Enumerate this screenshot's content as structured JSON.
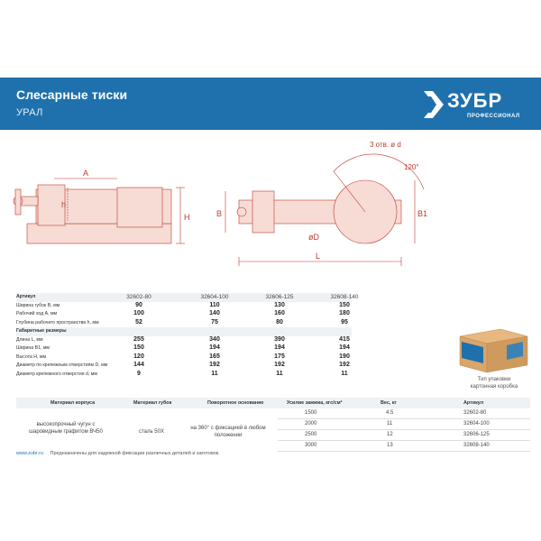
{
  "header": {
    "title": "Слесарные тиски",
    "subtitle": "УРАЛ",
    "brand": "ЗУБР",
    "brand_sub": "ПРОФЕССИОНАЛ"
  },
  "drawing": {
    "label_a": "A",
    "label_h_small": "h",
    "label_h_big": "H",
    "label_b": "B",
    "label_b1": "B1",
    "label_d": "øD",
    "label_l": "L",
    "label_holes": "3 отв. ø d",
    "label_angle": "120°"
  },
  "specs": {
    "article_label": "Артикул",
    "articles": [
      "32602-80",
      "32604-100",
      "32606-125",
      "32608-140"
    ],
    "group1": [
      {
        "label": "Ширина губок B, мм",
        "values": [
          "90",
          "110",
          "130",
          "150"
        ]
      },
      {
        "label": "Рабочий ход A, мм",
        "values": [
          "100",
          "140",
          "160",
          "180"
        ]
      },
      {
        "label": "Глубина рабочего пространства h, мм",
        "values": [
          "52",
          "75",
          "80",
          "95"
        ]
      }
    ],
    "dims_label": "Габаритные размеры",
    "group2": [
      {
        "label": "Длина L, мм",
        "values": [
          "255",
          "340",
          "390",
          "415"
        ]
      },
      {
        "label": "Ширина B1, мм",
        "values": [
          "150",
          "194",
          "194",
          "194"
        ]
      },
      {
        "label": "Высота H, мм",
        "values": [
          "120",
          "165",
          "175",
          "190"
        ]
      },
      {
        "label": "Диаметр по крепежным отверстиям D, мм",
        "values": [
          "144",
          "192",
          "192",
          "192"
        ]
      },
      {
        "label": "Диаметр крепежного отверстия d, мм",
        "values": [
          "9",
          "11",
          "11",
          "11"
        ]
      }
    ]
  },
  "packaging": {
    "line1": "Тип упаковки",
    "line2": "картонная коробка"
  },
  "bottom_table": {
    "headers": [
      "Материал корпуса",
      "Материал губок",
      "Поворотное основание",
      "Усилие зажима, кгс/см²",
      "Вес, кг",
      "Артикул"
    ],
    "body_material": "высокопрочный чугун с шаровидным графитом ВЧ50",
    "jaw_material": "сталь 50Х",
    "swivel": "на 360° с фиксацией в любом положении",
    "rows": [
      {
        "force": "1500",
        "weight": "4.5",
        "article": "32602-80"
      },
      {
        "force": "2000",
        "weight": "11",
        "article": "32604-100"
      },
      {
        "force": "2500",
        "weight": "12",
        "article": "32606-125"
      },
      {
        "force": "3000",
        "weight": "13",
        "article": "32608-140"
      }
    ]
  },
  "footer": {
    "url": "www.zubr.ru",
    "text": "Предназначены для надежной фиксации различных деталей и заготовок."
  },
  "colors": {
    "brand_blue": "#1e71ad",
    "drawing_red": "#c0392b",
    "drawing_fill": "#f7dcd6"
  }
}
